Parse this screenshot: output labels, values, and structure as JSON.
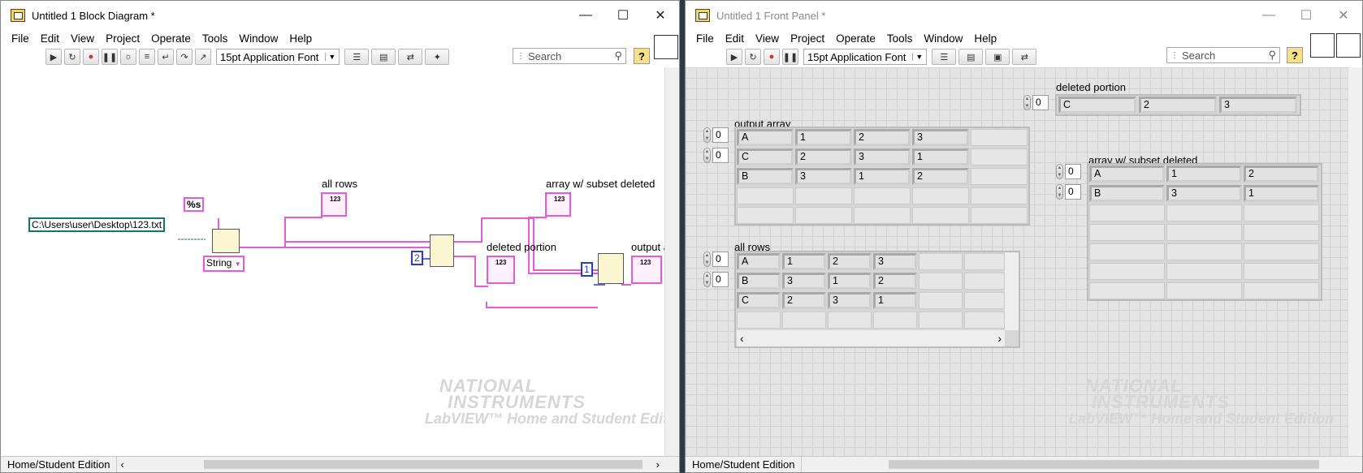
{
  "block_diagram": {
    "title": "Untitled 1 Block Diagram *",
    "menu": [
      "File",
      "Edit",
      "View",
      "Project",
      "Operate",
      "Tools",
      "Window",
      "Help"
    ],
    "font_dropdown": "15pt Application Font",
    "search_placeholder": "Search",
    "help": "?",
    "file_path": "C:\\Users\\user\\Desktop\\123.txt",
    "format_string": "%s",
    "type_selector": "String",
    "const_2": "2",
    "const_1": "1",
    "label_all_rows": "all rows",
    "label_subset_deleted": "array w/ subset deleted",
    "label_deleted_portion": "deleted portion",
    "label_output": "output a",
    "status": "Home/Student Edition",
    "watermark": {
      "line1": "NATIONAL",
      "line2": "INSTRUMENTS",
      "line3": "LabVIEW™ Home and Student Edition"
    }
  },
  "front_panel": {
    "title": "Untitled 1 Front Panel *",
    "menu": [
      "File",
      "Edit",
      "View",
      "Project",
      "Operate",
      "Tools",
      "Window",
      "Help"
    ],
    "font_dropdown": "15pt Application Font",
    "search_placeholder": "Search",
    "help": "?",
    "status": "Home/Student Edition",
    "deleted_portion": {
      "label": "deleted portion",
      "index": "0",
      "rows": [
        [
          "C",
          "2",
          "3"
        ]
      ]
    },
    "output_array": {
      "label": "output array",
      "index_row": "0",
      "index_col": "0",
      "rows": [
        [
          "A",
          "1",
          "2",
          "3"
        ],
        [
          "C",
          "2",
          "3",
          "1"
        ],
        [
          "B",
          "3",
          "1",
          "2"
        ]
      ]
    },
    "subset_deleted": {
      "label": "array w/ subset deleted",
      "index_row": "0",
      "index_col": "0",
      "rows": [
        [
          "A",
          "1",
          "2"
        ],
        [
          "B",
          "3",
          "1"
        ]
      ]
    },
    "all_rows": {
      "label": "all rows",
      "index_row": "0",
      "index_col": "0",
      "rows": [
        [
          "A",
          "1",
          "2",
          "3"
        ],
        [
          "B",
          "3",
          "1",
          "2"
        ],
        [
          "C",
          "2",
          "3",
          "1"
        ]
      ]
    },
    "watermark": {
      "line1": "NATIONAL",
      "line2": "INSTRUMENTS",
      "line3": "LabVIEW™ Home and Student Edition"
    }
  }
}
